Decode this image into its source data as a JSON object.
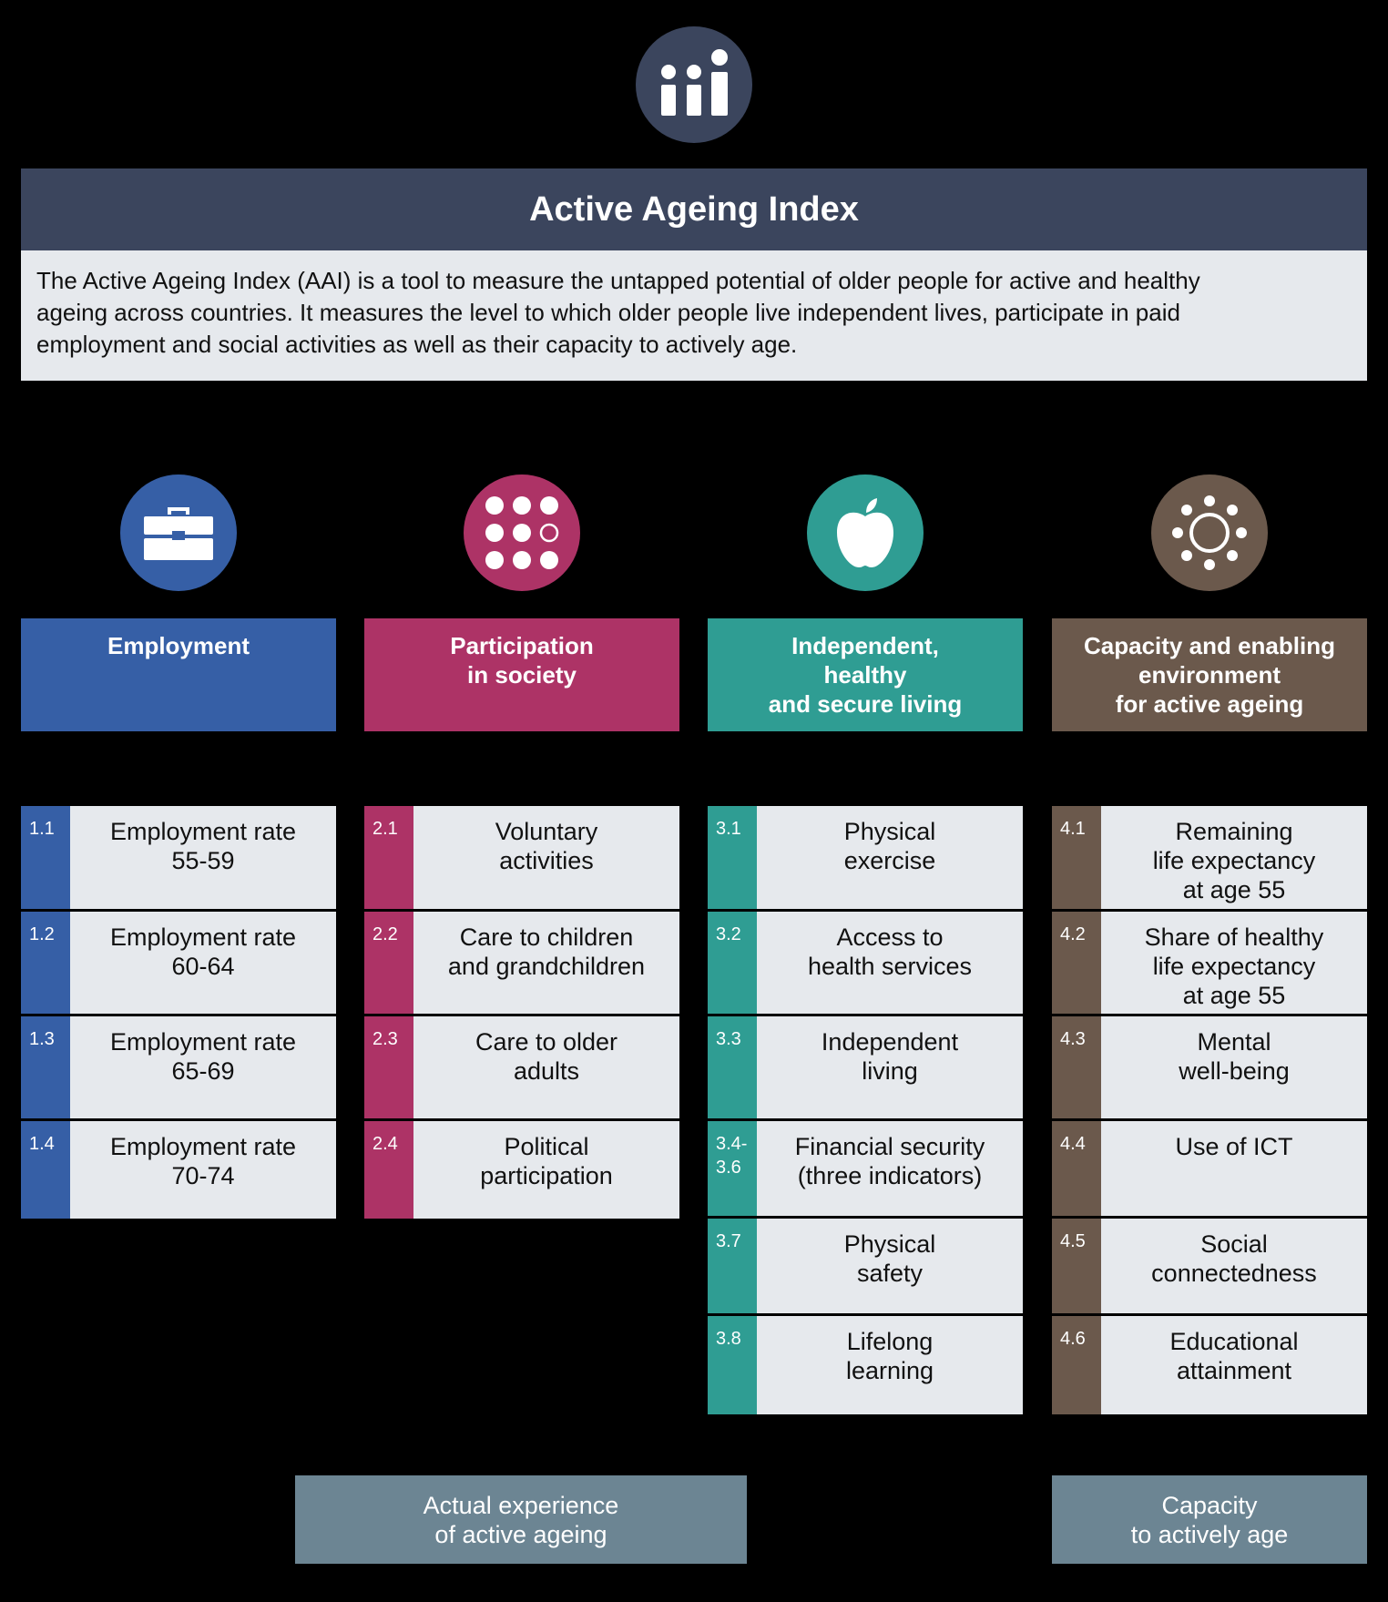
{
  "header": {
    "title": "Active Ageing Index",
    "description": "The Active Ageing Index (AAI) is a tool to measure the untapped potential of older people for active and healthy ageing across countries. It measures the level to which older people live independent lives, participate in paid employment and social activities as well as their capacity to actively age.",
    "logo_icon": "people-bars-icon"
  },
  "colors": {
    "navy": "#3b455d",
    "employment": "#365fa6",
    "participation": "#ad3366",
    "independent": "#2f9d93",
    "capacity": "#6b594c",
    "category": "#6c8593",
    "panel": "#e6e9ed"
  },
  "domains": [
    {
      "name": "Employment",
      "icon": "briefcase-icon",
      "indicators": [
        {
          "num": "1.1",
          "label": "Employment rate\n55-59"
        },
        {
          "num": "1.2",
          "label": "Employment rate\n60-64"
        },
        {
          "num": "1.3",
          "label": "Employment rate\n65-69"
        },
        {
          "num": "1.4",
          "label": "Employment rate\n70-74"
        }
      ]
    },
    {
      "name": "Participation\nin society",
      "icon": "dots-grid-icon",
      "indicators": [
        {
          "num": "2.1",
          "label": "Voluntary\nactivities"
        },
        {
          "num": "2.2",
          "label": "Care to children\nand grandchildren"
        },
        {
          "num": "2.3",
          "label": "Care to older\nadults"
        },
        {
          "num": "2.4",
          "label": "Political\nparticipation"
        }
      ]
    },
    {
      "name": "Independent,\nhealthy\nand secure living",
      "icon": "apple-icon",
      "indicators": [
        {
          "num": "3.1",
          "label": "Physical\nexercise"
        },
        {
          "num": "3.2",
          "label": "Access to\nhealth services"
        },
        {
          "num": "3.3",
          "label": "Independent\nliving"
        },
        {
          "num": "3.4-\n3.6",
          "label": "Financial security\n(three indicators)"
        },
        {
          "num": "3.7",
          "label": "Physical\nsafety"
        },
        {
          "num": "3.8",
          "label": "Lifelong\nlearning"
        }
      ]
    },
    {
      "name": "Capacity and enabling\nenvironment\nfor active ageing",
      "icon": "sun-icon",
      "indicators": [
        {
          "num": "4.1",
          "label": "Remaining\nlife expectancy\nat age 55"
        },
        {
          "num": "4.2",
          "label": "Share of healthy\nlife expectancy\nat age 55"
        },
        {
          "num": "4.3",
          "label": "Mental\nwell-being"
        },
        {
          "num": "4.4",
          "label": "Use of ICT"
        },
        {
          "num": "4.5",
          "label": "Social\nconnectedness"
        },
        {
          "num": "4.6",
          "label": "Educational\nattainment"
        }
      ]
    }
  ],
  "categories": {
    "actual": "Actual experience\nof active ageing",
    "capacity": "Capacity\nto actively age"
  }
}
